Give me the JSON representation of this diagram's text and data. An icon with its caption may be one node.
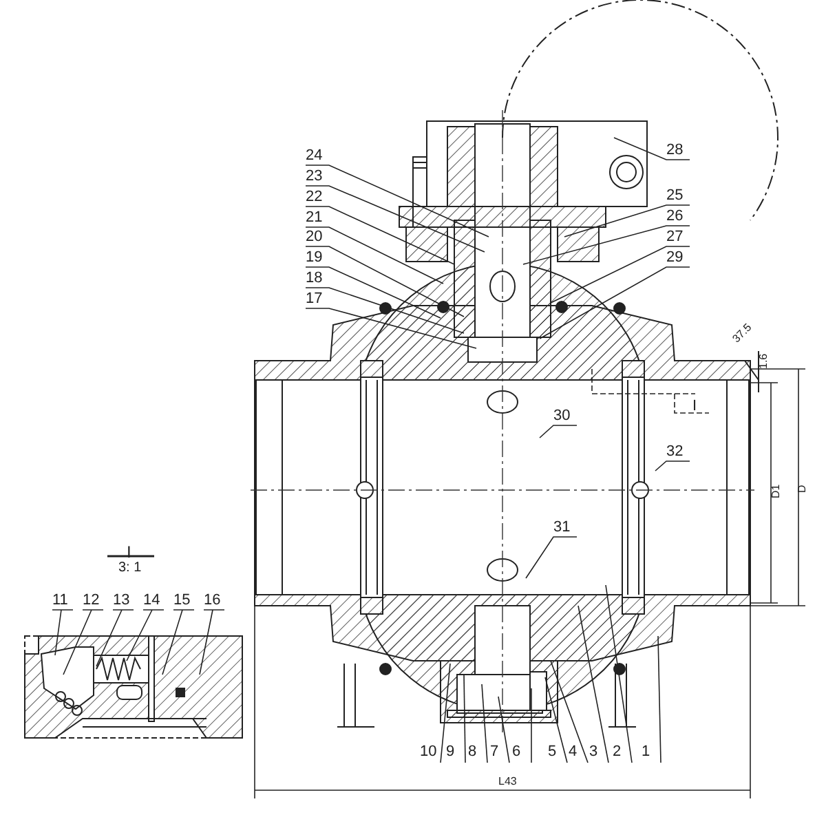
{
  "diagram": {
    "nodes": [
      {
        "text": [
          "24"
        ]
      },
      {
        "text": [
          "23"
        ]
      },
      {
        "text": [
          "22"
        ]
      },
      {
        "text": [
          "21"
        ]
      },
      {
        "text": [
          "20"
        ]
      },
      {
        "text": [
          "19"
        ]
      },
      {
        "text": [
          "18"
        ]
      },
      {
        "text": [
          "17"
        ]
      },
      {
        "text": [
          "28"
        ]
      },
      {
        "text": [
          "25"
        ]
      },
      {
        "text": [
          "26"
        ]
      },
      {
        "text": [
          "27"
        ]
      },
      {
        "text": [
          "29"
        ]
      },
      {
        "text": [
          "30"
        ]
      },
      {
        "text": [
          "32"
        ]
      },
      {
        "text": [
          "31"
        ]
      },
      {
        "text": [
          "11"
        ]
      },
      {
        "text": [
          "12"
        ]
      },
      {
        "text": [
          "13"
        ]
      },
      {
        "text": [
          "14"
        ]
      },
      {
        "text": [
          "15"
        ]
      },
      {
        "text": [
          "16"
        ]
      },
      {
        "text": [
          "10"
        ]
      },
      {
        "text": [
          "9"
        ]
      },
      {
        "text": [
          "8"
        ]
      },
      {
        "text": [
          "7"
        ]
      },
      {
        "text": [
          "6"
        ]
      },
      {
        "text": [
          "5"
        ]
      },
      {
        "text": [
          "4"
        ]
      },
      {
        "text": [
          "3"
        ]
      },
      {
        "text": [
          "2"
        ]
      },
      {
        "text": [
          "1"
        ]
      }
    ],
    "edges": [
      {
        "from": 0,
        "to": null,
        "arrow": "none"
      },
      {
        "from": 1,
        "to": null,
        "arrow": "none"
      },
      {
        "from": 2,
        "to": null,
        "arrow": "none"
      },
      {
        "from": 3,
        "to": null,
        "arrow": "none"
      },
      {
        "from": 4,
        "to": null,
        "arrow": "none"
      },
      {
        "from": 5,
        "to": null,
        "arrow": "none"
      },
      {
        "from": 6,
        "to": null,
        "arrow": "none"
      },
      {
        "from": 7,
        "to": null,
        "arrow": "none"
      },
      {
        "from": 8,
        "to": null,
        "arrow": "none"
      },
      {
        "from": 9,
        "to": null,
        "arrow": "none"
      },
      {
        "from": 10,
        "to": null,
        "arrow": "none"
      },
      {
        "from": 11,
        "to": null,
        "arrow": "none"
      },
      {
        "from": 12,
        "to": null,
        "arrow": "none"
      },
      {
        "from": 13,
        "to": null,
        "arrow": "none"
      },
      {
        "from": 14,
        "to": null,
        "arrow": "none"
      },
      {
        "from": 15,
        "to": null,
        "arrow": "none"
      },
      {
        "from": 16,
        "to": null,
        "arrow": "none"
      },
      {
        "from": 17,
        "to": null,
        "arrow": "none"
      },
      {
        "from": 18,
        "to": null,
        "arrow": "none"
      },
      {
        "from": 19,
        "to": null,
        "arrow": "none"
      },
      {
        "from": 20,
        "to": null,
        "arrow": "none"
      },
      {
        "from": 21,
        "to": null,
        "arrow": "none"
      },
      {
        "from": 22,
        "to": null,
        "arrow": "none"
      },
      {
        "from": 23,
        "to": null,
        "arrow": "none"
      },
      {
        "from": 24,
        "to": null,
        "arrow": "none"
      },
      {
        "from": 25,
        "to": null,
        "arrow": "none"
      },
      {
        "from": 26,
        "to": null,
        "arrow": "none"
      },
      {
        "from": 27,
        "to": null,
        "arrow": "none"
      },
      {
        "from": 28,
        "to": null,
        "arrow": "none"
      },
      {
        "from": 29,
        "to": null,
        "arrow": "none"
      },
      {
        "from": 30,
        "to": null,
        "arrow": "none"
      },
      {
        "from": 31,
        "to": null,
        "arrow": "none"
      }
    ],
    "labels": [
      "I",
      "3: 1",
      "I",
      "37.5",
      "1.6",
      "D1",
      "D",
      "L43"
    ]
  }
}
